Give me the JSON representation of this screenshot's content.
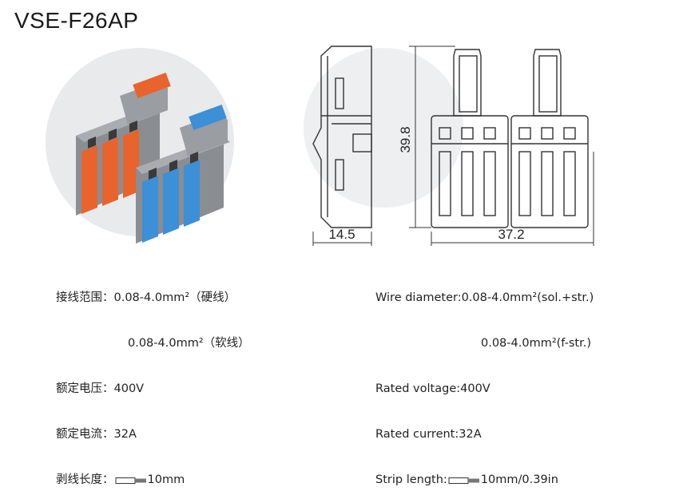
{
  "title": "VSE-F26AP",
  "dimensions": {
    "height": "39.8",
    "depth": "14.5",
    "width": "37.2"
  },
  "specs_cn": {
    "wire_label": "接线范围：",
    "wire_value_1": "0.08-4.0mm²（硬线）",
    "wire_value_2": "0.08-4.0mm²（软线）",
    "voltage_label": "额定电压：",
    "voltage_value": "400V",
    "current_label": "额定电流：",
    "current_value": "32A",
    "strip_label": "剥线长度：",
    "strip_value": "10mm"
  },
  "specs_en": {
    "wire_label": "Wire diameter:",
    "wire_value_1": "0.08-4.0mm²(sol.+str.)",
    "wire_value_2": "0.08-4.0mm²(f-str.)",
    "voltage_label": "Rated voltage:",
    "voltage_value": "400V",
    "current_label": "Rated current:",
    "current_value": "32A",
    "strip_label": "Strip length:",
    "strip_value": "10mm/0.39in"
  },
  "colors": {
    "lever_orange": "#e8642c",
    "lever_blue": "#3d8fd6",
    "housing_gray": "#8a8d92",
    "watermark": "#e9eaec"
  }
}
